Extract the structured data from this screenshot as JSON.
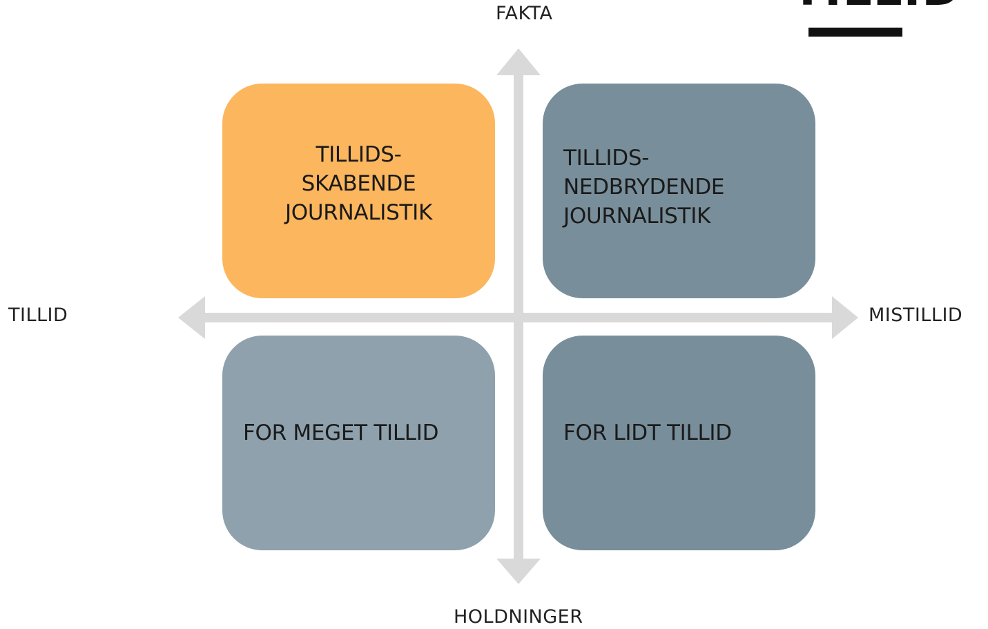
{
  "axes": {
    "top": "FAKTA",
    "bottom": "HOLDNINGER",
    "left": "TILLID",
    "right": "MISTILLID"
  },
  "quadrants": {
    "top_left": {
      "lines": [
        "TILLIDS-",
        "SKABENDE",
        "JOURNALISTIK"
      ],
      "color": "#fcb65e"
    },
    "top_right": {
      "lines": [
        "TILLIDS-",
        "NEDBRYDENDE",
        "JOURNALISTIK"
      ],
      "color": "#788e9a"
    },
    "bottom_left": {
      "lines": [
        "FOR MEGET TILLID"
      ],
      "color": "#8ea1ac"
    },
    "bottom_right": {
      "lines": [
        "FOR LIDT TILLID"
      ],
      "color": "#788e9a"
    }
  },
  "logo": {
    "text": "TILLID"
  },
  "colors": {
    "arrow": "#d9d9d9"
  }
}
